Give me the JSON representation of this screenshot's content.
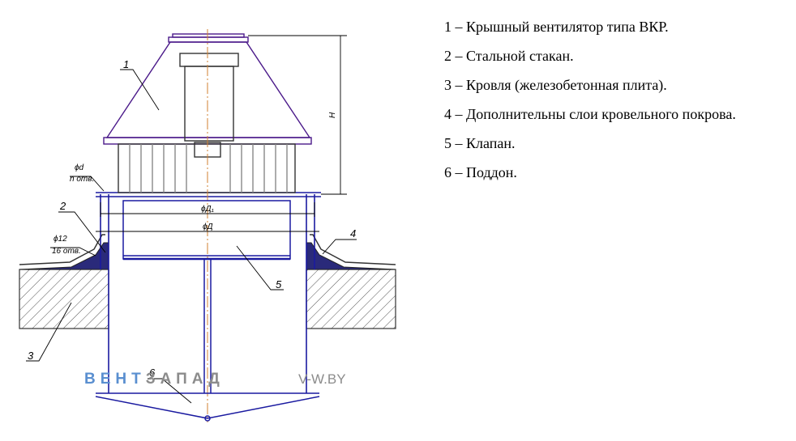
{
  "legend": [
    "1 – Крышный вентилятор типа ВКР.",
    "2 – Стальной стакан.",
    "3 – Кровля (железобетонная плита).",
    "4 – Дополнительны слои кровельного покрова.",
    "5 – Клапан.",
    "6 – Поддон."
  ],
  "callouts": {
    "n1": "1",
    "n2": "2",
    "n3": "3",
    "n4": "4",
    "n5": "5",
    "n6": "6"
  },
  "dims": {
    "H": "H",
    "d": "ϕd",
    "n_otv": "n отв.",
    "d12": "ϕ12",
    "otv16": "16 отв.",
    "D1": "ϕД₁",
    "D": "ϕД"
  },
  "watermark": {
    "part1": "ВЕНТ",
    "part2": "ЗАПАД",
    "site": "V-W.BY",
    "color1": "#5a8fd0",
    "color2": "#8c8c8c"
  }
}
